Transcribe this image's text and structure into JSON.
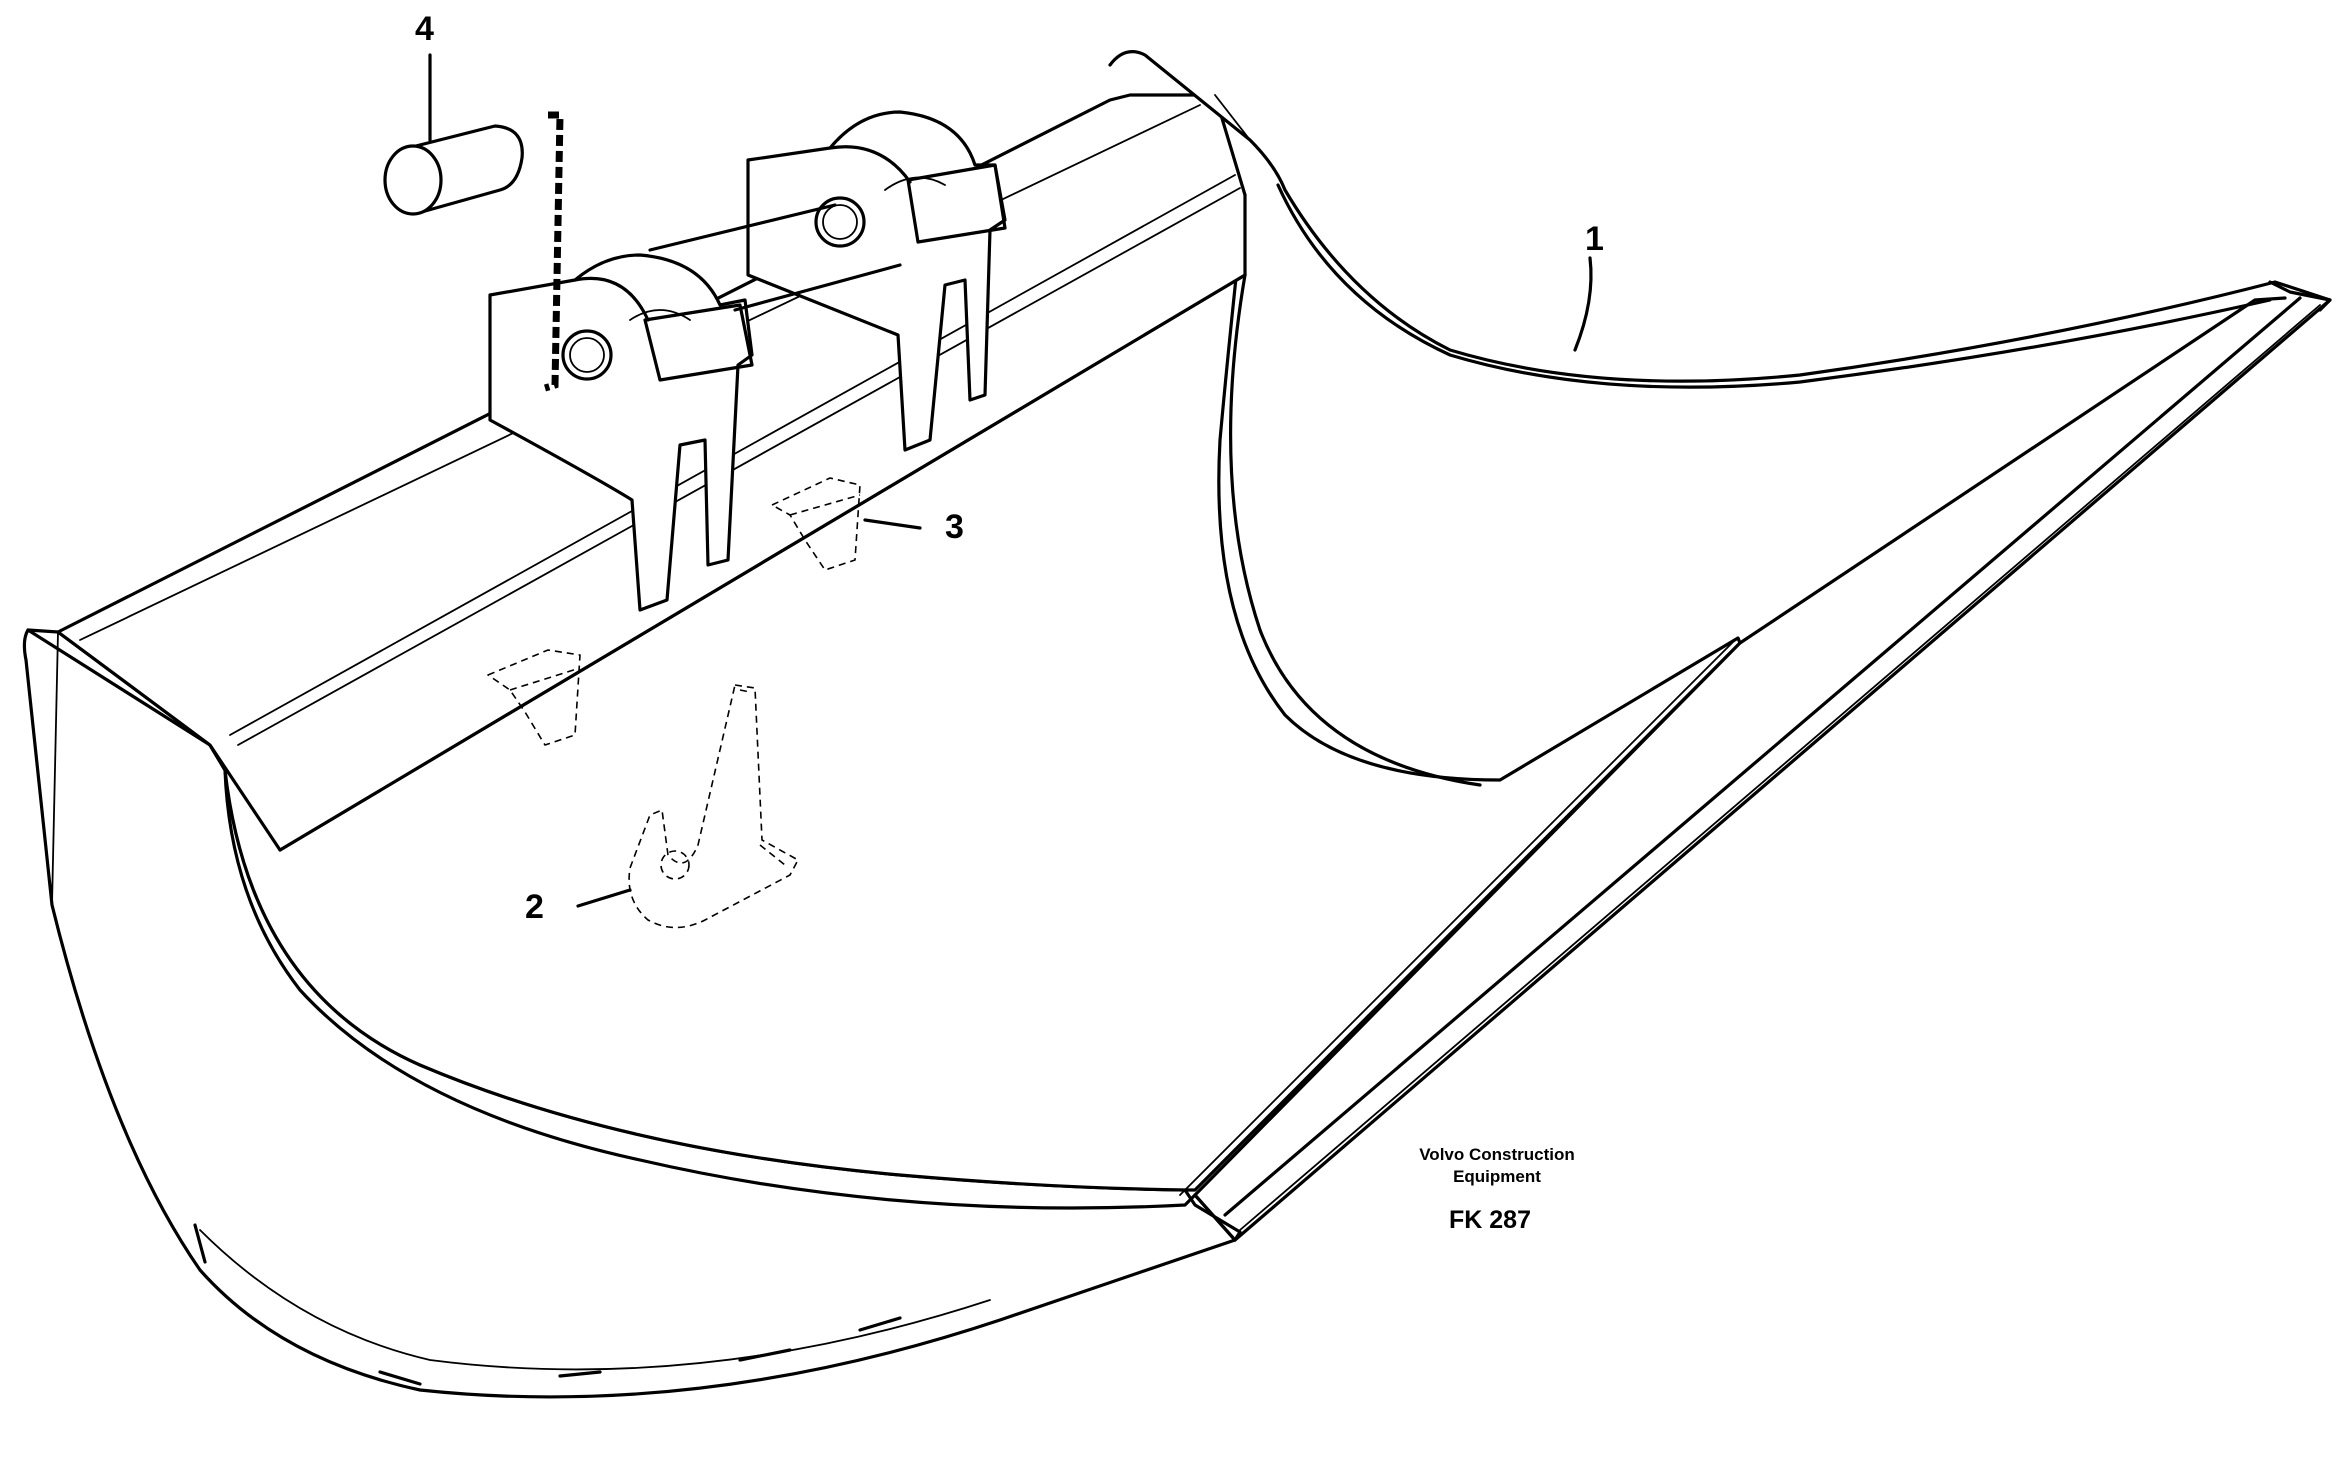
{
  "diagram": {
    "callouts": [
      {
        "id": "1",
        "label": "1"
      },
      {
        "id": "2",
        "label": "2"
      },
      {
        "id": "3",
        "label": "3"
      },
      {
        "id": "4",
        "label": "4"
      }
    ],
    "credit": {
      "line1": "Volvo Construction",
      "line2": "Equipment"
    },
    "figure_code": "FK 287"
  }
}
